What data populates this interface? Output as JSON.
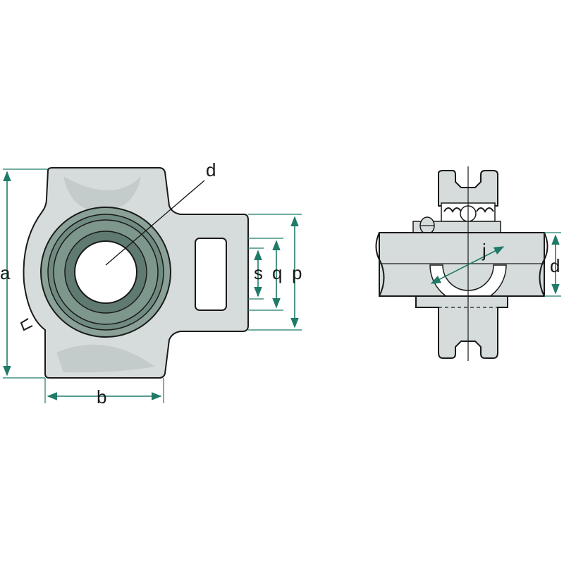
{
  "labels": {
    "a": "a",
    "b": "b",
    "d_front": "d",
    "s": "s",
    "q": "q",
    "p": "p",
    "j": "j",
    "d_side": "d"
  },
  "colors": {
    "dimension": "#1f7a68",
    "housing": "#d6dcdc",
    "bearing_ring": "#6f8a80",
    "outline": "#1a1a1a"
  }
}
